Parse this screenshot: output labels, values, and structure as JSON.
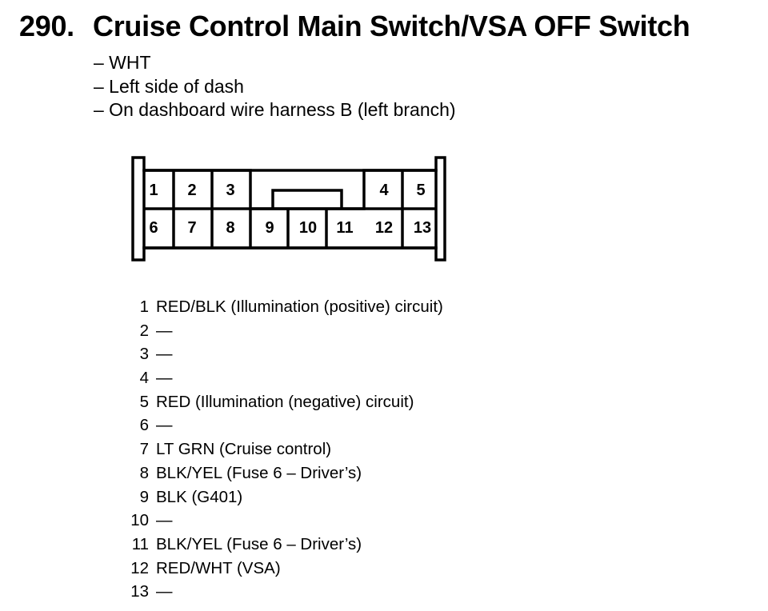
{
  "header": {
    "number": "290.",
    "title": "Cruise Control Main Switch/VSA OFF Switch"
  },
  "details": [
    "– WHT",
    "– Left side of dash",
    "– On dashboard wire harness B (left branch)"
  ],
  "connector": {
    "top_row": [
      "1",
      "2",
      "3",
      "4",
      "5"
    ],
    "bottom_row": [
      "6",
      "7",
      "8",
      "9",
      "10",
      "11",
      "12",
      "13"
    ]
  },
  "pins": [
    {
      "no": "1",
      "desc": "RED/BLK (Illumination (positive) circuit)"
    },
    {
      "no": "2",
      "desc": "—"
    },
    {
      "no": "3",
      "desc": "—"
    },
    {
      "no": "4",
      "desc": "—"
    },
    {
      "no": "5",
      "desc": "RED (Illumination (negative) circuit)"
    },
    {
      "no": "6",
      "desc": "—"
    },
    {
      "no": "7",
      "desc": "LT GRN (Cruise control)"
    },
    {
      "no": "8",
      "desc": "BLK/YEL (Fuse 6 – Driver’s)"
    },
    {
      "no": "9",
      "desc": "BLK (G401)"
    },
    {
      "no": "10",
      "desc": "—"
    },
    {
      "no": "11",
      "desc": "BLK/YEL (Fuse 6 – Driver’s)"
    },
    {
      "no": "12",
      "desc": "RED/WHT (VSA)"
    },
    {
      "no": "13",
      "desc": "—"
    }
  ]
}
